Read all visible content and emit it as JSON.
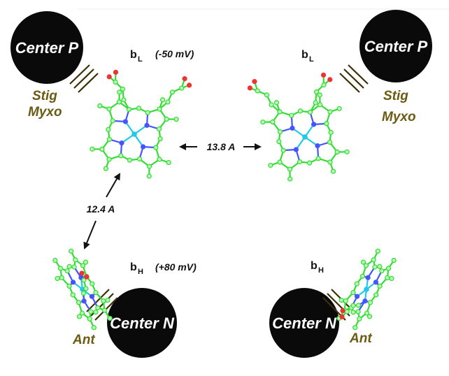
{
  "centers": {
    "p_left": "Center P",
    "p_right": "Center P",
    "n_left": "Center N",
    "n_right": "Center N"
  },
  "inhibitors": {
    "stig_left": "Stig",
    "myxo_left": "Myxo",
    "stig_right": "Stig",
    "myxo_right": "Myxo",
    "ant_left": "Ant",
    "ant_right": "Ant"
  },
  "hemes": {
    "bl_left": {
      "main": "b",
      "sub": "L",
      "potential": "(-50 mV)"
    },
    "bl_right": {
      "main": "b",
      "sub": "L"
    },
    "bh_left": {
      "main": "b",
      "sub": "H",
      "potential": "(+80 mV)"
    },
    "bh_right": {
      "main": "b",
      "sub": "H"
    }
  },
  "distances": {
    "bl_bl": "13.8 A",
    "bl_bh": "12.4 A"
  },
  "colors": {
    "center": "#0a0a0a",
    "inhibitor_bars": "#3a2f05",
    "label_olive": "#6b5a12",
    "carbon": "#33dd33",
    "carbon_fill": "#b8f5b8",
    "nitrogen": "#4455ff",
    "iron": "#22c8e8",
    "oxygen": "#ee3333"
  }
}
